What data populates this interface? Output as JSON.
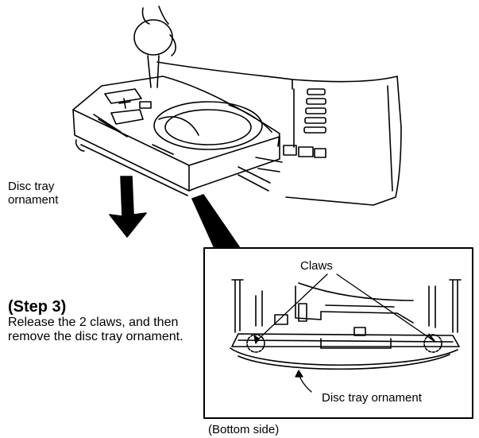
{
  "labels": {
    "disc_tray_ornament_top": "Disc tray ornament",
    "claws": "Claws",
    "disc_tray_ornament_detail": "Disc tray ornament",
    "bottom_side": "(Bottom side)"
  },
  "step": {
    "title": "(Step 3)",
    "description": "Release the 2 claws, and then remove the disc tray ornament."
  }
}
